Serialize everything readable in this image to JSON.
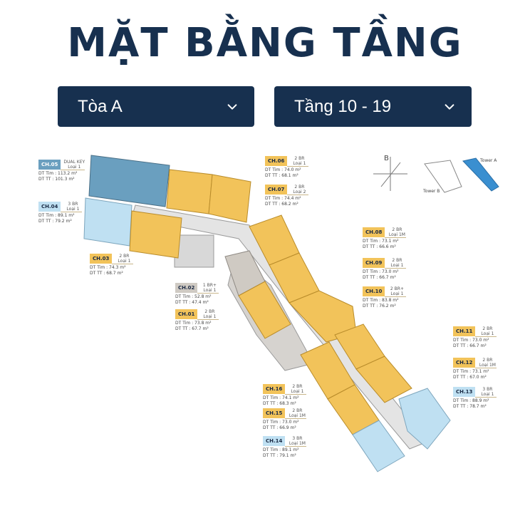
{
  "title": "MẶT BẰNG TẦNG",
  "selectors": {
    "building": "Tòa A",
    "floor": "Tầng 10 - 19"
  },
  "compass": {
    "north_label": "B",
    "tower_a": "Tower A",
    "tower_b": "Tower B"
  },
  "colors": {
    "navy": "#17304f",
    "unit_2br": "#f2c35a",
    "unit_3br": "#bfe0f2",
    "unit_1br": "#cfcac3",
    "unit_dualkey": "#6a9fbf"
  },
  "units": [
    {
      "code": "CH.05",
      "type": "DUAL KEY",
      "sub": "Loại 1",
      "dt_tim": "DT Tim : 113.2 m²",
      "dt_tt": "DT TT : 101.3 m²",
      "color": "tea"
    },
    {
      "code": "CH.04",
      "type": "3 BR",
      "sub": "Loại 1",
      "dt_tim": "DT Tim : 89.1 m²",
      "dt_tt": "DT TT : 79.2 m²",
      "color": "blu"
    },
    {
      "code": "CH.03",
      "type": "2 BR",
      "sub": "Loại 1",
      "dt_tim": "DT Tim : 74.3 m²",
      "dt_tt": "DT TT : 68.7 m²",
      "color": "yel"
    },
    {
      "code": "CH.02",
      "type": "1 BR+",
      "sub": "Loại 1",
      "dt_tim": "DT Tim : 52.8 m²",
      "dt_tt": "DT TT : 47.4 m²",
      "color": "gry"
    },
    {
      "code": "CH.01",
      "type": "2 BR",
      "sub": "Loại 1",
      "dt_tim": "DT Tim : 73.8 m²",
      "dt_tt": "DT TT : 67.7 m²",
      "color": "yel"
    },
    {
      "code": "CH.06",
      "type": "2 BR",
      "sub": "Loại 1",
      "dt_tim": "DT Tim : 74.0 m²",
      "dt_tt": "DT TT : 68.1 m²",
      "color": "yel"
    },
    {
      "code": "CH.07",
      "type": "2 BR",
      "sub": "Loại 2",
      "dt_tim": "DT Tim : 74.4 m²",
      "dt_tt": "DT TT : 68.2 m²",
      "color": "yel"
    },
    {
      "code": "CH.08",
      "type": "2 BR",
      "sub": "Loại 1M",
      "dt_tim": "DT Tim : 73.1 m²",
      "dt_tt": "DT TT : 66.6 m²",
      "color": "yel"
    },
    {
      "code": "CH.09",
      "type": "2 BR",
      "sub": "Loại 1",
      "dt_tim": "DT Tim : 73.0 m²",
      "dt_tt": "DT TT : 66.7 m²",
      "color": "yel"
    },
    {
      "code": "CH.10",
      "type": "2 BR+",
      "sub": "Loại 1",
      "dt_tim": "DT Tim : 83.8 m²",
      "dt_tt": "DT TT : 76.2 m²",
      "color": "yel"
    },
    {
      "code": "CH.11",
      "type": "2 BR",
      "sub": "Loại 1",
      "dt_tim": "DT Tim : 73.0 m²",
      "dt_tt": "DT TT : 66.7 m²",
      "color": "yel"
    },
    {
      "code": "CH.12",
      "type": "2 BR",
      "sub": "Loại 1M",
      "dt_tim": "DT Tim : 73.1 m²",
      "dt_tt": "DT TT : 67.0 m²",
      "color": "yel"
    },
    {
      "code": "CH.13",
      "type": "3 BR",
      "sub": "Loại 1",
      "dt_tim": "DT Tim : 88.9 m²",
      "dt_tt": "DT TT : 78.7 m²",
      "color": "blu"
    },
    {
      "code": "CH.16",
      "type": "2 BR",
      "sub": "Loại 1",
      "dt_tim": "DT Tim : 74.1 m²",
      "dt_tt": "DT TT : 68.3 m²",
      "color": "yel"
    },
    {
      "code": "CH.15",
      "type": "2 BR",
      "sub": "Loại 1M",
      "dt_tim": "DT Tim : 73.0 m²",
      "dt_tt": "DT TT : 66.9 m²",
      "color": "yel"
    },
    {
      "code": "CH.14",
      "type": "3 BR",
      "sub": "Loại 1M",
      "dt_tim": "DT Tim : 89.1 m²",
      "dt_tt": "DT TT : 79.1 m²",
      "color": "blu"
    }
  ]
}
